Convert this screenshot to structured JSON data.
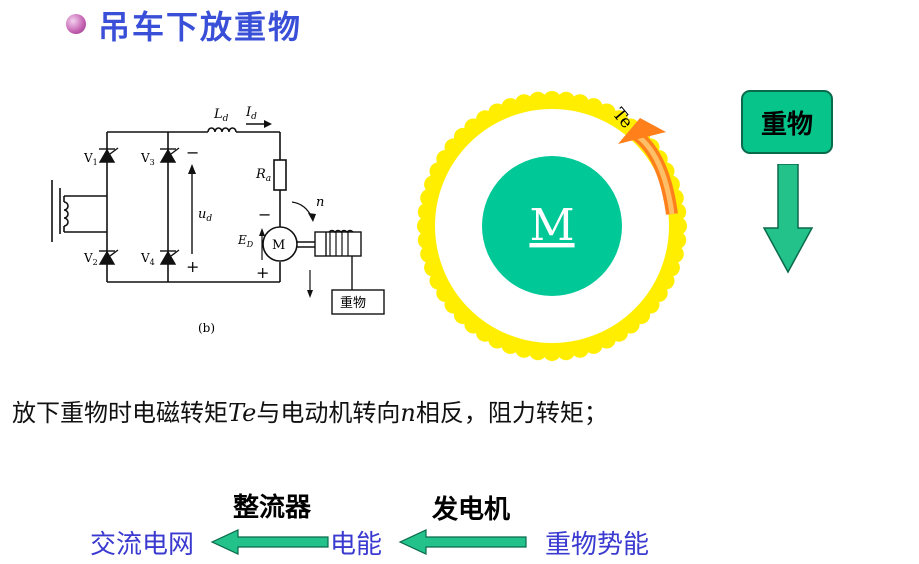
{
  "title": "吊车下放重物",
  "circuit": {
    "inductor": "L",
    "inductor_sub": "d",
    "current": "I",
    "current_sub": "d",
    "resistor": "R",
    "resistor_sub": "a",
    "voltage": "u",
    "voltage_sub": "d",
    "emf": "E",
    "emf_sub": "D",
    "speed": "n",
    "motor": "M",
    "minus_top": "−",
    "plus_bottom": "+",
    "minus_mid": "−",
    "plus_mid": "+",
    "thyristors": [
      {
        "name": "V",
        "sub": "1"
      },
      {
        "name": "V",
        "sub": "3"
      },
      {
        "name": "V",
        "sub": "2"
      },
      {
        "name": "V",
        "sub": "4"
      }
    ],
    "load": "重物",
    "caption": "(b)"
  },
  "motor_diagram": {
    "motor_label": "M",
    "torque_label": "Te",
    "colors": {
      "ring": "#ffee00",
      "motor": "#00c896",
      "torque_arrow": "#ff7f1a"
    }
  },
  "weight": {
    "label": "重物",
    "colors": {
      "box": "#06c48a",
      "arrow": "#22c28a"
    }
  },
  "description": {
    "part1": "放下重物时电磁转矩",
    "te": "Te",
    "part2": "与电动机转向",
    "n": "n",
    "part3": "相反，阻力转矩；"
  },
  "energy_flow": {
    "nodes": [
      "交流电网",
      "电能",
      "重物势能"
    ],
    "labels": [
      "整流器",
      "发电机"
    ],
    "colors": {
      "arrow": "#22c28a"
    }
  }
}
